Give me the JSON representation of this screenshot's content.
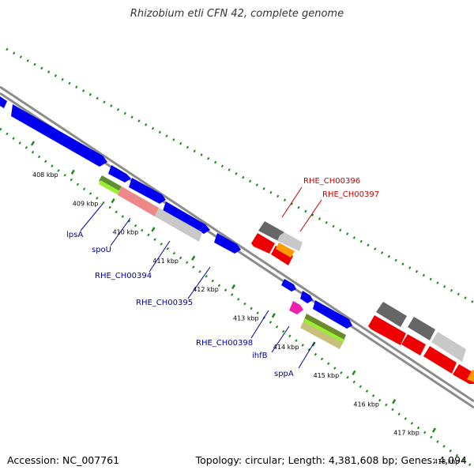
{
  "title": "Rhizobium etli CFN 42, complete genome",
  "footer": {
    "accession": "Accession: NC_007761",
    "summary": "Topology: circular; Length: 4,381,608 bp; Genes: 4,094"
  },
  "colors": {
    "backbone": "#8c8c8c",
    "tick": "#1a8a1a",
    "label_blue": "#000099",
    "label_red": "#cc0000",
    "blue": "#0000ee",
    "red": "#ee0000",
    "gray_dark": "#666666",
    "gray_light": "#c8c8c8",
    "green_light": "#99ee33",
    "pink_light": "#ee8888",
    "magenta": "#ee22aa",
    "olive": "#c8c07a",
    "orange": "#ff9900"
  },
  "ticks": [
    {
      "label": "408 kbp"
    },
    {
      "label": "409 kbp"
    },
    {
      "label": "410 kbp"
    },
    {
      "label": "411 kbp"
    },
    {
      "label": "412 kbp"
    },
    {
      "label": "413 kbp"
    },
    {
      "label": "414 kbp"
    },
    {
      "label": "415 kbp"
    },
    {
      "label": "416 kbp"
    },
    {
      "label": "417 kbp"
    },
    {
      "label": "418 kbp"
    }
  ],
  "labels": {
    "lpsA": "lpsA",
    "spoU": "spoU",
    "rhe394": "RHE_CH00394",
    "rhe395": "RHE_CH00395",
    "rhe398": "RHE_CH00398",
    "ihfB": "ihfB",
    "sppA": "sppA",
    "rhe396": "RHE_CH00396",
    "rhe397": "RHE_CH00397"
  }
}
